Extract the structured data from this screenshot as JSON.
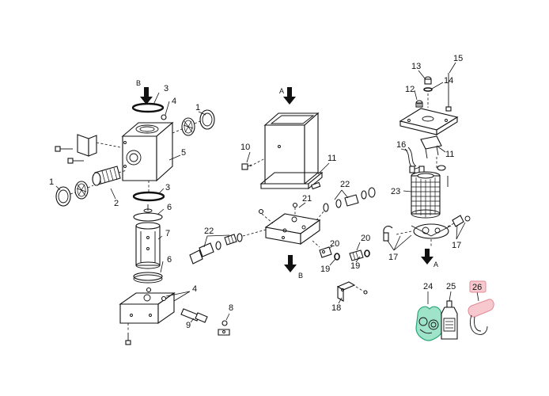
{
  "callouts": [
    {
      "id": "c1a",
      "text": "1"
    },
    {
      "id": "c1b",
      "text": "1"
    },
    {
      "id": "c2",
      "text": "2"
    },
    {
      "id": "c3a",
      "text": "3"
    },
    {
      "id": "c3b",
      "text": "3"
    },
    {
      "id": "c4a",
      "text": "4"
    },
    {
      "id": "c4b",
      "text": "4"
    },
    {
      "id": "c5",
      "text": "5"
    },
    {
      "id": "c6a",
      "text": "6"
    },
    {
      "id": "c6b",
      "text": "6"
    },
    {
      "id": "c7",
      "text": "7"
    },
    {
      "id": "c8",
      "text": "8"
    },
    {
      "id": "c9",
      "text": "9"
    },
    {
      "id": "c10",
      "text": "10"
    },
    {
      "id": "c11a",
      "text": "11"
    },
    {
      "id": "c11b",
      "text": "11"
    },
    {
      "id": "c12",
      "text": "12"
    },
    {
      "id": "c13",
      "text": "13"
    },
    {
      "id": "c14",
      "text": "14"
    },
    {
      "id": "c15",
      "text": "15"
    },
    {
      "id": "c16",
      "text": "16"
    },
    {
      "id": "c17a",
      "text": "17"
    },
    {
      "id": "c17b",
      "text": "17"
    },
    {
      "id": "c18",
      "text": "18"
    },
    {
      "id": "c19a",
      "text": "19"
    },
    {
      "id": "c19b",
      "text": "19"
    },
    {
      "id": "c20a",
      "text": "20"
    },
    {
      "id": "c20b",
      "text": "20"
    },
    {
      "id": "c21",
      "text": "21"
    },
    {
      "id": "c22a",
      "text": "22"
    },
    {
      "id": "c22b",
      "text": "22"
    },
    {
      "id": "c23",
      "text": "23"
    },
    {
      "id": "c24",
      "text": "24"
    },
    {
      "id": "c25",
      "text": "25"
    },
    {
      "id": "c26",
      "text": "26"
    }
  ],
  "view_markers": {
    "b_top": "B",
    "a_top": "A",
    "b_bottom": "B",
    "a_bottom": "A"
  },
  "highlights": {
    "item_24_fill": "#9fe3c9",
    "item_24_stroke": "#2aa577",
    "item_26_fill": "#f7c9cf",
    "item_26_stroke": "#e08a96"
  }
}
